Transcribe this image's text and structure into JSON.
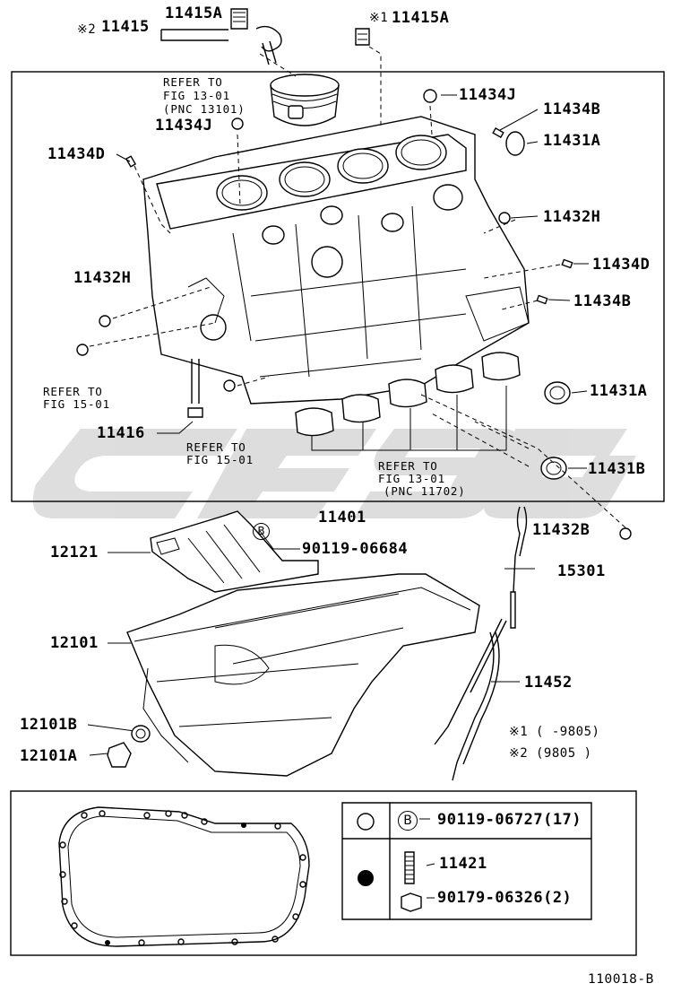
{
  "diagram": {
    "figure_code": "110018-B",
    "assembly_label": "11401",
    "parts": {
      "p11415_note_mark": "※2",
      "p11415": "11415",
      "p11415A_left": "11415A",
      "p11415A_right_mark": "※1",
      "p11415A_right": "11415A",
      "p11434J_top": "11434J",
      "p11434B_top": "11434B",
      "p11431A_top": "11431A",
      "p11434J_left": "11434J",
      "p11434D_left": "11434D",
      "p11432H_right": "11432H",
      "p11434D_right": "11434D",
      "p11432H_left": "11432H",
      "p11434B_right": "11434B",
      "p11431A_mid": "11431A",
      "p11416": "11416",
      "p11431B": "11431B",
      "p11432B": "11432B",
      "p12121": "12121",
      "p90119_06684": "90119-06684",
      "p15301": "15301",
      "p12101": "12101",
      "p11452": "11452",
      "p12101B": "12101B",
      "p12101A": "12101A"
    },
    "refs": {
      "fig1301_line1": "REFER TO",
      "fig1301_line2": "FIG 13-01",
      "fig1301_line3": "(PNC 13101)",
      "fig1501a_line1": "REFER TO",
      "fig1501a_line2": "FIG 15-01",
      "fig1501b_line1": "REFER TO",
      "fig1501b_line2": "FIG 15-01",
      "fig1301b_line1": "REFER TO",
      "fig1301b_line2": "FIG 13-01",
      "fig1301b_line3": "(PNC 11702)"
    },
    "bolt_marker": "B",
    "notes": {
      "n1_mark": "※1",
      "n1_text": "(      -9805)",
      "n2_mark": "※2",
      "n2_text": "(9805      )"
    },
    "legend": {
      "b_marker": "B",
      "b_part": "90119-06727(17)",
      "stud_part": "11421",
      "nut_part": "90179-06326(2)"
    }
  }
}
